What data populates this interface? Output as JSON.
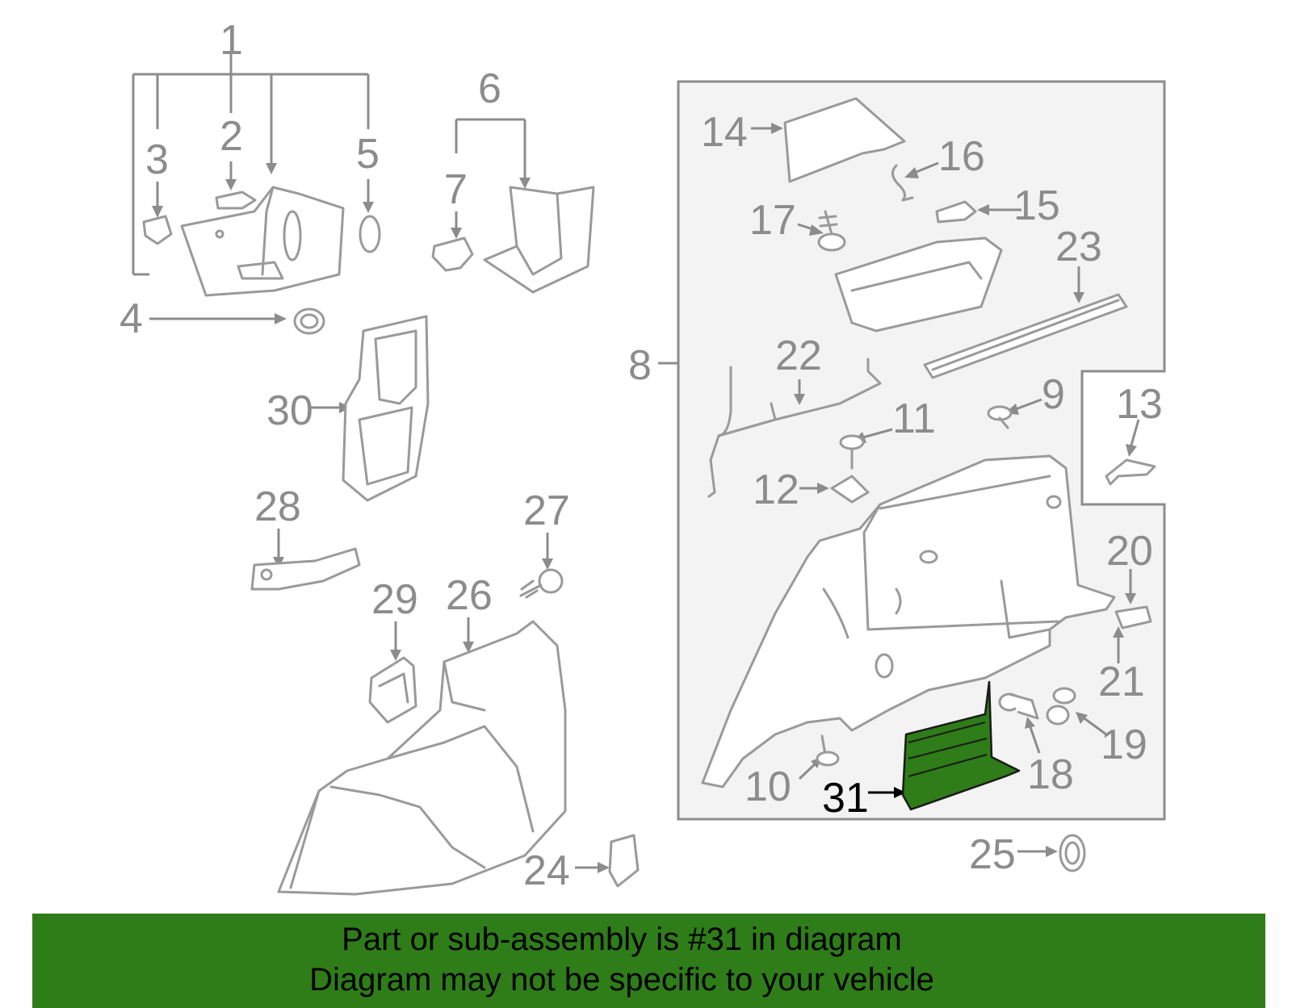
{
  "callouts": [
    {
      "id": "c1",
      "text": "1"
    },
    {
      "id": "c2",
      "text": "2"
    },
    {
      "id": "c3",
      "text": "3"
    },
    {
      "id": "c4",
      "text": "4"
    },
    {
      "id": "c5",
      "text": "5"
    },
    {
      "id": "c6",
      "text": "6"
    },
    {
      "id": "c7",
      "text": "7"
    },
    {
      "id": "c8",
      "text": "8"
    },
    {
      "id": "c9",
      "text": "9"
    },
    {
      "id": "c10",
      "text": "10"
    },
    {
      "id": "c11",
      "text": "11"
    },
    {
      "id": "c12",
      "text": "12"
    },
    {
      "id": "c13",
      "text": "13"
    },
    {
      "id": "c14",
      "text": "14"
    },
    {
      "id": "c15",
      "text": "15"
    },
    {
      "id": "c16",
      "text": "16"
    },
    {
      "id": "c17",
      "text": "17"
    },
    {
      "id": "c18",
      "text": "18"
    },
    {
      "id": "c19",
      "text": "19"
    },
    {
      "id": "c20",
      "text": "20"
    },
    {
      "id": "c21",
      "text": "21"
    },
    {
      "id": "c22",
      "text": "22"
    },
    {
      "id": "c23",
      "text": "23"
    },
    {
      "id": "c24",
      "text": "24"
    },
    {
      "id": "c25",
      "text": "25"
    },
    {
      "id": "c26",
      "text": "26"
    },
    {
      "id": "c27",
      "text": "27"
    },
    {
      "id": "c28",
      "text": "28"
    },
    {
      "id": "c29",
      "text": "29"
    },
    {
      "id": "c30",
      "text": "30"
    },
    {
      "id": "c31",
      "text": "31"
    }
  ],
  "highlight": {
    "part": "31",
    "color": "#2e7d18"
  },
  "banner": {
    "line1": "Part or sub-assembly is #31 in diagram",
    "line2": "Diagram may not be specific to your vehicle",
    "color": "#2e7d18"
  }
}
